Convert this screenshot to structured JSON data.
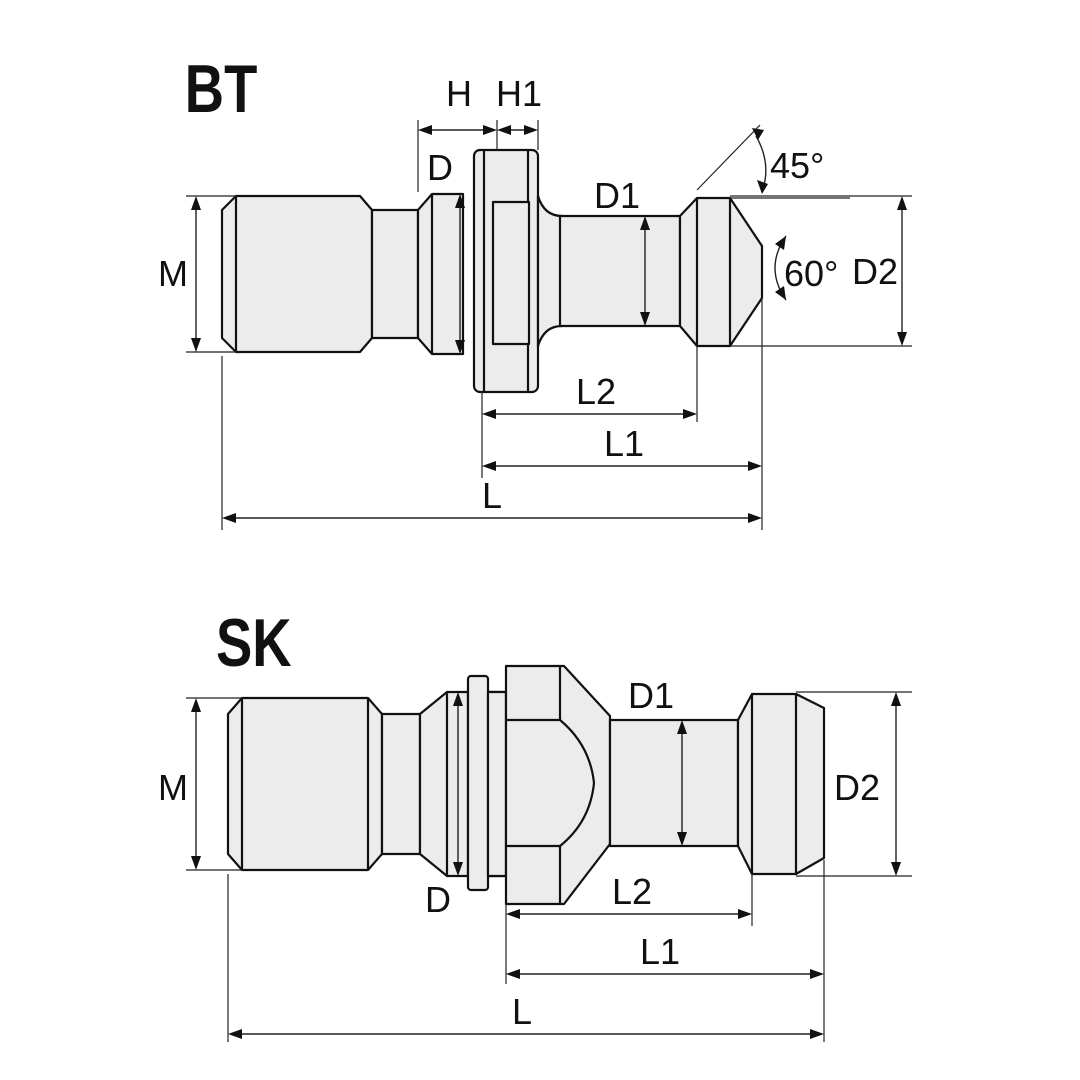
{
  "bt": {
    "title": "BT",
    "labels": {
      "h": "H",
      "h1": "H1",
      "d": "D",
      "d1": "D1",
      "d2": "D2",
      "m": "M",
      "l": "L",
      "l1": "L1",
      "l2": "L2",
      "angle45": "45°",
      "angle60": "60°"
    }
  },
  "sk": {
    "title": "SK",
    "labels": {
      "d": "D",
      "d1": "D1",
      "d2": "D2",
      "m": "M",
      "l": "L",
      "l1": "L1",
      "l2": "L2"
    }
  }
}
